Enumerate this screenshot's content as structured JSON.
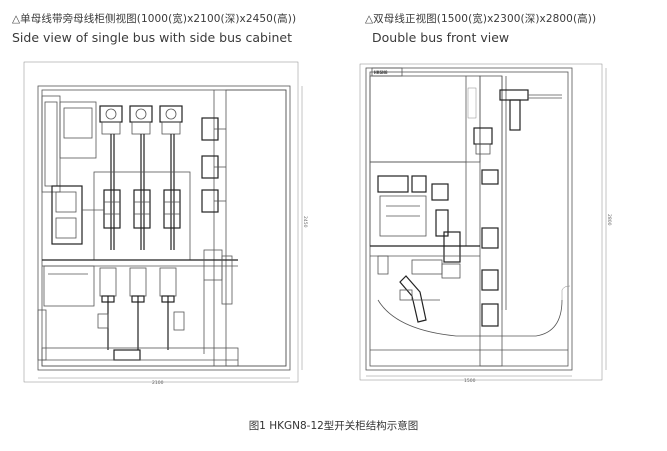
{
  "left_view": {
    "caption_cn": "△单母线带旁母线柜侧视图(1000(宽)x2100(深)x2450(高))",
    "caption_en": "Side view of single bus with side bus cabinet",
    "dim_width": "2100",
    "dim_height": "2450"
  },
  "right_view": {
    "caption_cn": "△双母线正视图(1500(宽)x2300(深)x2800(高))",
    "caption_en": "Double bus front view",
    "nameplate": "HKGN8",
    "dim_width": "1500",
    "dim_height": "2800"
  },
  "figure_caption": "图1 HKGN8-12型开关柜结构示意图"
}
